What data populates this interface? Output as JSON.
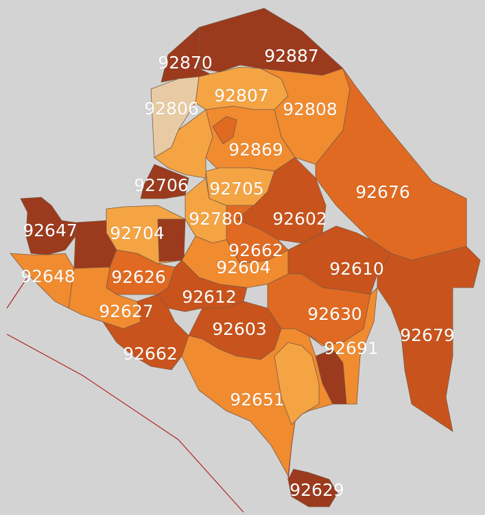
{
  "map": {
    "palette": {
      "lightest": "#e8cba4",
      "light": "#f4a443",
      "medium": "#f08b30",
      "medium_dark": "#e06a22",
      "dark": "#c9531c",
      "darkest": "#9c3a1e",
      "background": "#d3d3d3"
    },
    "labels": [
      {
        "zip": "92870"
      },
      {
        "zip": "92887"
      },
      {
        "zip": "92807"
      },
      {
        "zip": "92806"
      },
      {
        "zip": "92808"
      },
      {
        "zip": "92869"
      },
      {
        "zip": "92706"
      },
      {
        "zip": "92705"
      },
      {
        "zip": "92676"
      },
      {
        "zip": "92647"
      },
      {
        "zip": "92704"
      },
      {
        "zip": "92780"
      },
      {
        "zip": "92602"
      },
      {
        "zip": "92662"
      },
      {
        "zip": "92648"
      },
      {
        "zip": "92604"
      },
      {
        "zip": "92626"
      },
      {
        "zip": "92610"
      },
      {
        "zip": "92612"
      },
      {
        "zip": "92627"
      },
      {
        "zip": "92630"
      },
      {
        "zip": "92603"
      },
      {
        "zip": "92679"
      },
      {
        "zip": "92662"
      },
      {
        "zip": "92691"
      },
      {
        "zip": "92651"
      },
      {
        "zip": "92629"
      }
    ]
  }
}
